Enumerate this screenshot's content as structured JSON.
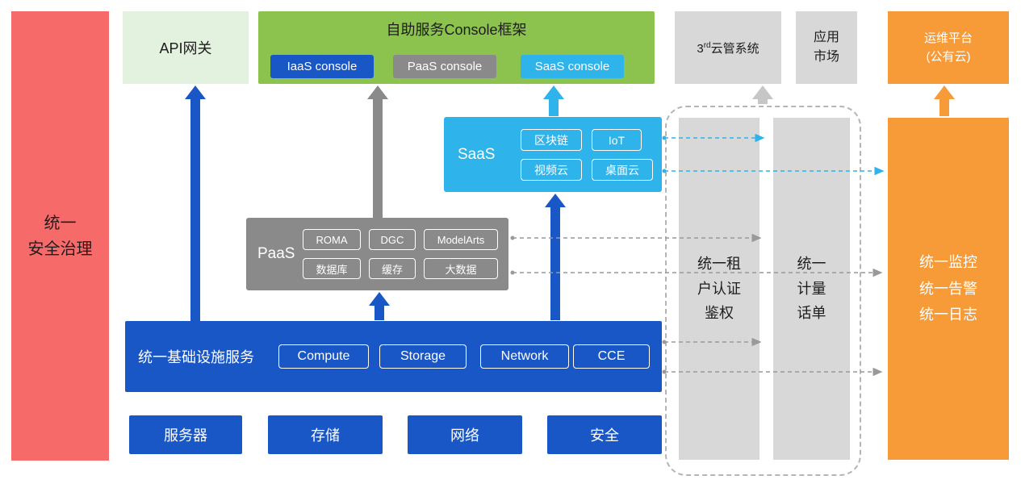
{
  "diagram": {
    "security_bar": "统一\n安全治理",
    "api_gateway": "API网关",
    "console": {
      "title": "自助服务Console框架",
      "iaas": "IaaS console",
      "paas": "PaaS console",
      "saas": "SaaS console"
    },
    "third_cloud": {
      "base": "3",
      "sup": "rd",
      "rest": "云管系统"
    },
    "app_market": "应用\n市场",
    "ops_platform": "运维平台\n(公有云)",
    "saas": {
      "label": "SaaS",
      "items": [
        "区块链",
        "IoT",
        "视频云",
        "桌面云"
      ]
    },
    "paas": {
      "label": "PaaS",
      "items": [
        "ROMA",
        "DGC",
        "ModelArts",
        "数据库",
        "缓存",
        "大数据"
      ]
    },
    "infra": {
      "label": "统一基础设施服务",
      "items": [
        "Compute",
        "Storage",
        "Network",
        "CCE"
      ]
    },
    "bottom": [
      "服务器",
      "存储",
      "网络",
      "安全"
    ],
    "auth_bar": "统一租\n户认证\n鉴权",
    "billing_bar": "统一\n计量\n话单",
    "monitor_bar": "统一监控\n统一告警\n统一日志",
    "colors": {
      "red": "#f66a6a",
      "light_green": "#e3f1df",
      "green": "#8cc24e",
      "blue": "#1a57c6",
      "cyan": "#2eb3ea",
      "gray": "#8a8a8a",
      "light_gray": "#d8d8d8",
      "orange": "#f79b38",
      "line_gray": "#999999",
      "arrow_light_gray": "#c6c6c6",
      "dash_border": "#b5b5b5",
      "text_dark": "#1d1d1d"
    }
  }
}
